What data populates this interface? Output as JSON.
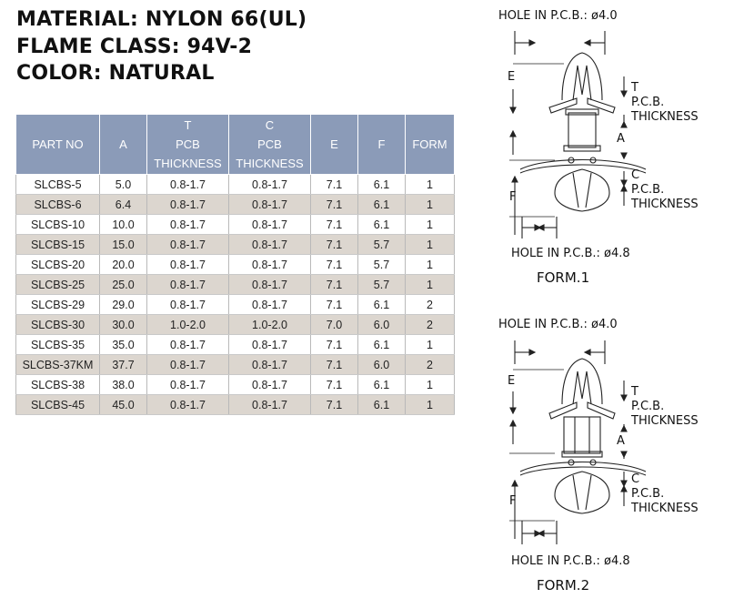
{
  "spec": {
    "material": "MATERIAL: NYLON 66(UL)",
    "flame_class": "FLAME CLASS: 94V-2",
    "color": "COLOR: NATURAL"
  },
  "table": {
    "headers": [
      {
        "top": "",
        "mid": "PART NO",
        "bottom": ""
      },
      {
        "top": "",
        "mid": "A",
        "bottom": ""
      },
      {
        "top": "T",
        "mid": "PCB",
        "bottom": "THICKNESS"
      },
      {
        "top": "C",
        "mid": "PCB",
        "bottom": "THICKNESS"
      },
      {
        "top": "",
        "mid": "E",
        "bottom": ""
      },
      {
        "top": "",
        "mid": "F",
        "bottom": ""
      },
      {
        "top": "",
        "mid": "FORM",
        "bottom": ""
      }
    ],
    "rows": [
      [
        "SLCBS-5",
        "5.0",
        "0.8-1.7",
        "0.8-1.7",
        "7.1",
        "6.1",
        "1"
      ],
      [
        "SLCBS-6",
        "6.4",
        "0.8-1.7",
        "0.8-1.7",
        "7.1",
        "6.1",
        "1"
      ],
      [
        "SLCBS-10",
        "10.0",
        "0.8-1.7",
        "0.8-1.7",
        "7.1",
        "6.1",
        "1"
      ],
      [
        "SLCBS-15",
        "15.0",
        "0.8-1.7",
        "0.8-1.7",
        "7.1",
        "5.7",
        "1"
      ],
      [
        "SLCBS-20",
        "20.0",
        "0.8-1.7",
        "0.8-1.7",
        "7.1",
        "5.7",
        "1"
      ],
      [
        "SLCBS-25",
        "25.0",
        "0.8-1.7",
        "0.8-1.7",
        "7.1",
        "5.7",
        "1"
      ],
      [
        "SLCBS-29",
        "29.0",
        "0.8-1.7",
        "0.8-1.7",
        "7.1",
        "6.1",
        "2"
      ],
      [
        "SLCBS-30",
        "30.0",
        "1.0-2.0",
        "1.0-2.0",
        "7.0",
        "6.0",
        "2"
      ],
      [
        "SLCBS-35",
        "35.0",
        "0.8-1.7",
        "0.8-1.7",
        "7.1",
        "6.1",
        "1"
      ],
      [
        "SLCBS-37KM",
        "37.7",
        "0.8-1.7",
        "0.8-1.7",
        "7.1",
        "6.0",
        "2"
      ],
      [
        "SLCBS-38",
        "38.0",
        "0.8-1.7",
        "0.8-1.7",
        "7.1",
        "6.1",
        "1"
      ],
      [
        "SLCBS-45",
        "45.0",
        "0.8-1.7",
        "0.8-1.7",
        "7.1",
        "6.1",
        "1"
      ]
    ]
  },
  "diagrams": [
    {
      "hole_top": "HOLE IN P.C.B.: ø4.0",
      "label_e": "E",
      "label_t": "T",
      "t_line1": "P.C.B.",
      "t_line2": "THICKNESS",
      "label_a": "A",
      "label_c": "C",
      "c_line1": "P.C.B.",
      "c_line2": "THICKNESS",
      "label_f": "F",
      "hole_bottom": "HOLE IN P.C.B.: ø4.8",
      "form_label": "FORM.1"
    },
    {
      "hole_top": "HOLE IN P.C.B.: ø4.0",
      "label_e": "E",
      "label_t": "T",
      "t_line1": "P.C.B.",
      "t_line2": "THICKNESS",
      "label_a": "A",
      "label_c": "C",
      "c_line1": "P.C.B.",
      "c_line2": "THICKNESS",
      "label_f": "F",
      "hole_bottom": "HOLE IN P.C.B.: ø4.8",
      "form_label": "FORM.2"
    }
  ],
  "colors": {
    "header_bg": "#8b9bb8",
    "row_alt_bg": "#dcd6cf"
  }
}
